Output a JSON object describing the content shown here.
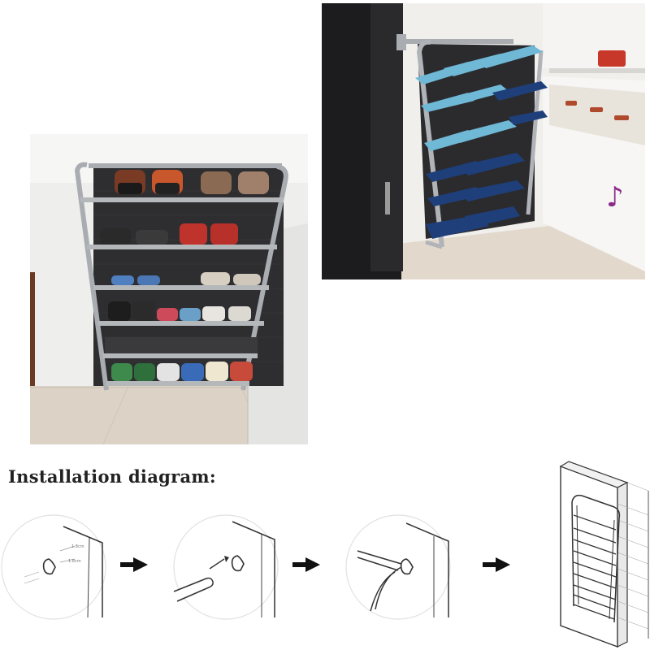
{
  "section": {
    "title": "Installation diagram:"
  },
  "step1": {
    "dimension_top": "1.8cm",
    "dimension_bottom": "1.8cm"
  },
  "colors": {
    "rack_frame": "#a9acb0",
    "rack_mesh": "#2b2b2e",
    "slipper_light_blue": "#6fb8d6",
    "slipper_navy": "#1f3f7a",
    "wall": "#f2f2f0",
    "floor": "#d9cfc3",
    "door_dark": "#1c1c1e",
    "line_art": "#333333"
  },
  "icons": [
    "arrow-right-icon"
  ]
}
